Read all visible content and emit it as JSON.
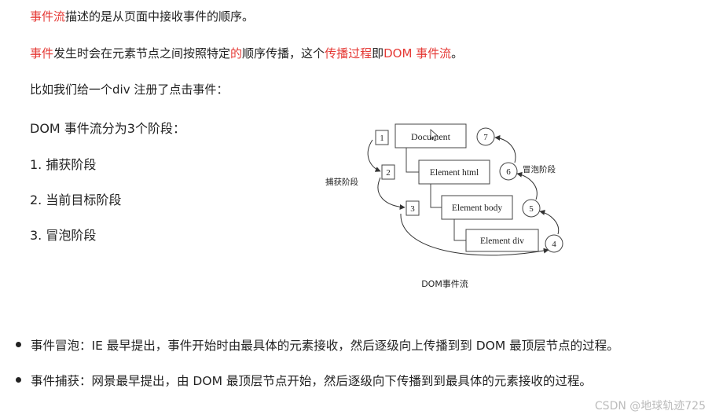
{
  "intro": {
    "line1_red": "事件流",
    "line1_rest": "描述的是从页面中接收事件的顺序。",
    "line2_a": "事件",
    "line2_b": "发生时会在元素节点之间按照特定",
    "line2_c": "的",
    "line2_d": "顺序传播，这个",
    "line2_e": "传播过程",
    "line2_f": "即",
    "line2_g": "DOM 事件流",
    "line2_h": "。",
    "line3": "比如我们给一个div 注册了点击事件："
  },
  "stages": {
    "title": "DOM 事件流分为3个阶段：",
    "items": [
      "1. 捕获阶段",
      "2. 当前目标阶段",
      "3. 冒泡阶段"
    ]
  },
  "diagram": {
    "nodes": [
      "Document",
      "Element html",
      "Element body",
      "Element div"
    ],
    "capture_steps": [
      "1",
      "2",
      "3"
    ],
    "bubble_steps": [
      "4",
      "5",
      "6",
      "7"
    ],
    "capture_label": "捕获阶段",
    "bubble_label": "冒泡阶段",
    "caption": "DOM事件流"
  },
  "bullets": [
    "事件冒泡：IE 最早提出，事件开始时由最具体的元素接收，然后逐级向上传播到到 DOM 最顶层节点的过程。",
    "事件捕获：网景最早提出，由 DOM 最顶层节点开始，然后逐级向下传播到到最具体的元素接收的过程。"
  ],
  "watermark": "CSDN @地球轨迹725"
}
